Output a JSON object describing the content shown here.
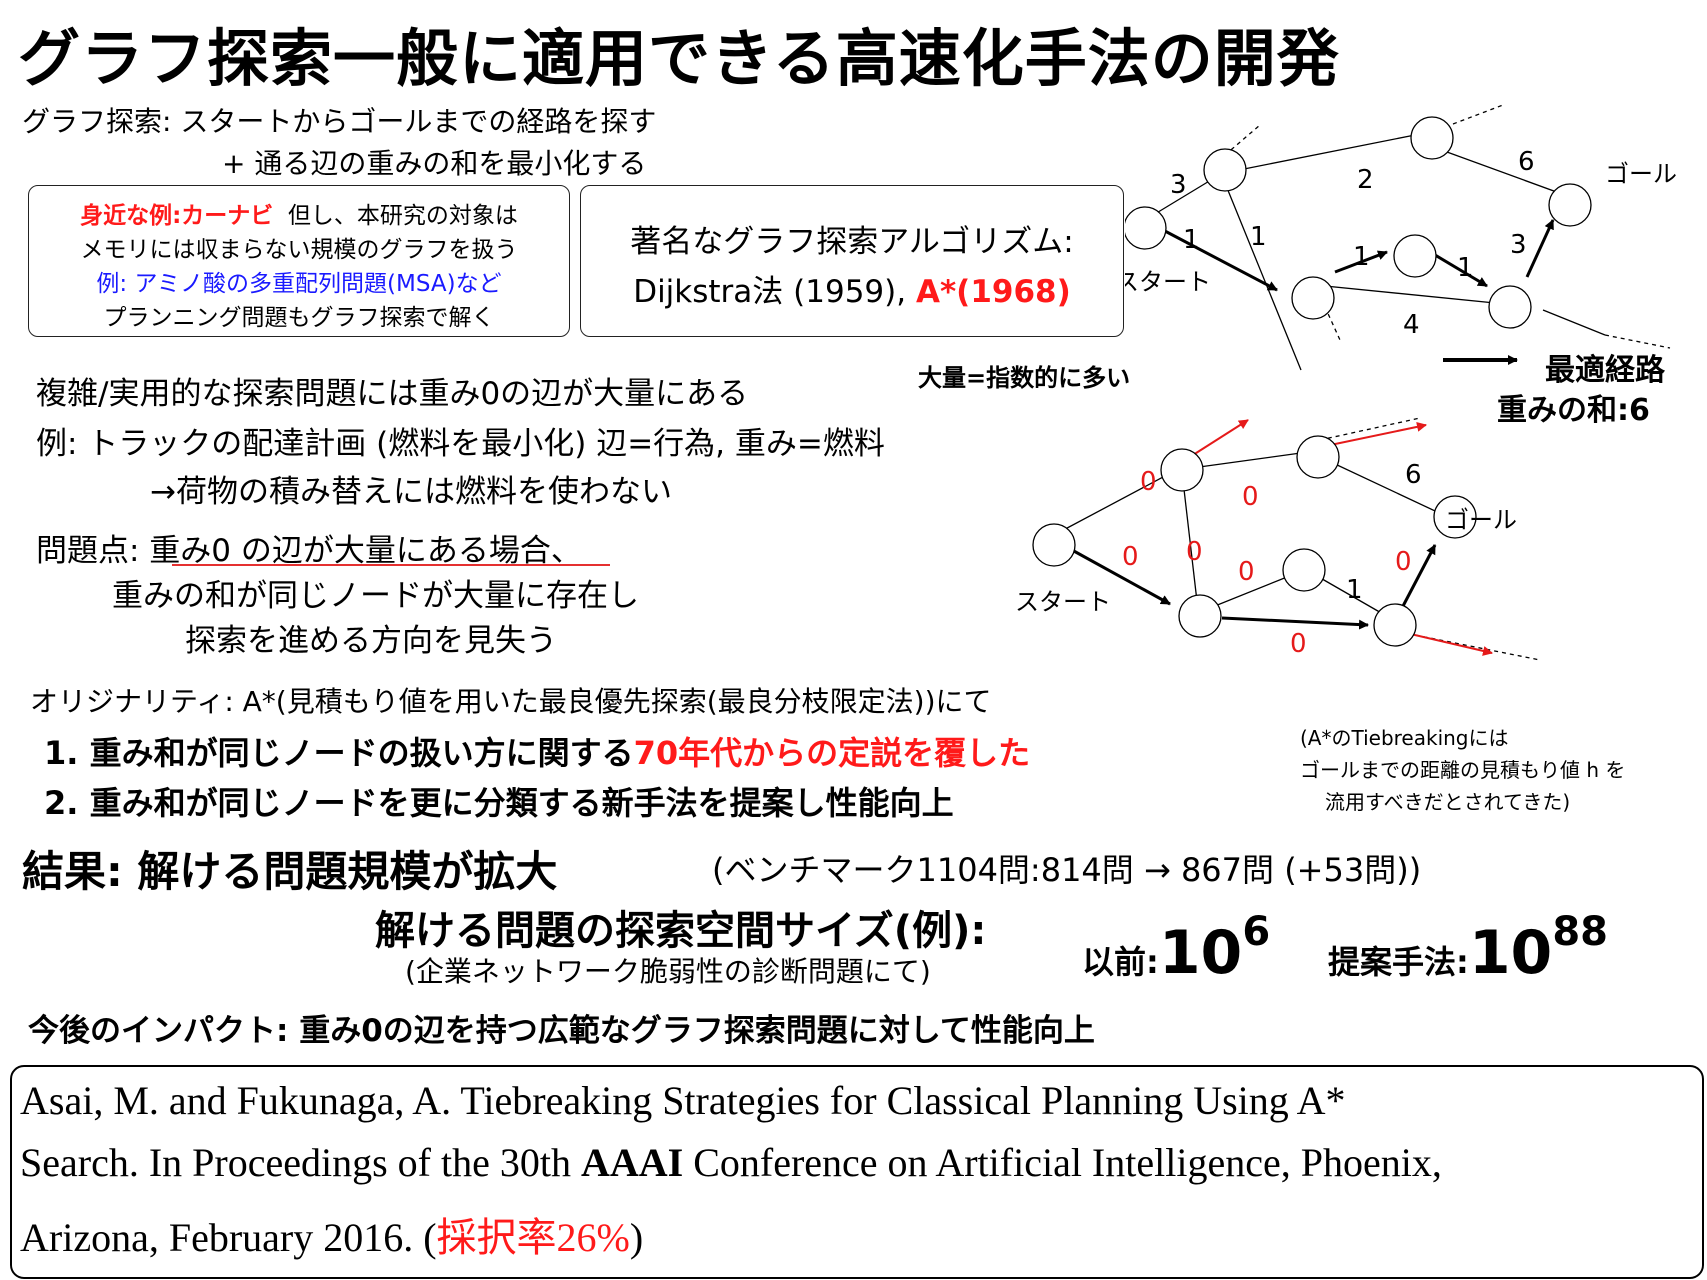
{
  "title": "グラフ探索一般に適用できる高速化手法の開発",
  "intro": {
    "line1": "グラフ探索: スタートからゴールまでの経路を探す",
    "line2": "+ 通る辺の重みの和を最小化する"
  },
  "box1": {
    "example_label": "身近な例:カーナビ",
    "line1_rest": "但し、本研究の対象は",
    "line2": "メモリには収まらない規模のグラフを扱う",
    "line3": "例: アミノ酸の多重配列問題(MSA)など",
    "line4": "プランニング問題もグラフ探索で解く"
  },
  "box2": {
    "line1": "著名なグラフ探索アルゴリズム:",
    "line2_prefix": "Dijkstra法 (1959), ",
    "line2_highlight": "A*(1968)"
  },
  "graph1": {
    "start_label": "スタート",
    "goal_label": "ゴール",
    "edge_weights": [
      "3",
      "1",
      "1",
      "2",
      "6",
      "1",
      "1",
      "3",
      "4"
    ],
    "legend_label": "最適経路",
    "sum_label": "重みの和:6"
  },
  "graph2": {
    "start_label": "スタート",
    "goal_label": "ゴール",
    "zero_weights": [
      "0",
      "0",
      "0",
      "0",
      "0",
      "0",
      "0"
    ],
    "edge_weights": [
      "6",
      "1"
    ]
  },
  "zero_edges": {
    "line1": "複雑/実用的な探索問題には重み0の辺が大量にある",
    "note": "大量=指数的に多い",
    "line2": "例: トラックの配達計画 (燃料を最小化) 辺=行為, 重み=燃料",
    "line3": "→荷物の積み替えには燃料を使わない"
  },
  "problem": {
    "line1": "問題点: 重み0 の辺が大量にある場合、",
    "line2": "重みの和が同じノードが大量に存在し",
    "line3": "探索を進める方向を見失う"
  },
  "originality": {
    "heading": "オリジナリティ: A*(見積もり値を用いた最良優先探索(最良分枝限定法))にて",
    "item1_prefix": "1. 重み和が同じノードの扱い方に関する",
    "item1_highlight": "70年代からの定説を覆した",
    "item2": "2. 重み和が同じノードを更に分類する新手法を提案し性能向上",
    "note_line1": "(A*のTiebreakingには",
    "note_line2": "ゴールまでの距離の見積もり値 h を",
    "note_line3": "流用すべきだとされてきた)"
  },
  "result": {
    "heading": "結果: 解ける問題規模が拡大",
    "detail": "(ベンチマーク1104問:814問 → 867問 (+53問))",
    "space_heading": "解ける問題の探索空間サイズ(例):",
    "space_note": "(企業ネットワーク脆弱性の診断問題にて)",
    "before_label": "以前:",
    "before_base": "10",
    "before_exp": "6",
    "after_label": "提案手法:",
    "after_base": "10",
    "after_exp": "88"
  },
  "impact": "今後のインパクト: 重み0の辺を持つ広範なグラフ探索問題に対して性能向上",
  "reference": {
    "line1": "Asai, M. and Fukunaga, A. Tiebreaking Strategies for Classical Planning Using A*",
    "line2_prefix": "Search. In Proceedings of the 30th ",
    "line2_bold": "AAAI",
    "line2_suffix": " Conference on Artificial Intelligence, Phoenix,",
    "line3_prefix": "Arizona, February 2016. (",
    "line3_highlight": "採択率26%",
    "line3_suffix": ")"
  },
  "colors": {
    "accent_red": "#ff1a1a",
    "accent_blue": "#1a1aff",
    "text": "#000000"
  }
}
